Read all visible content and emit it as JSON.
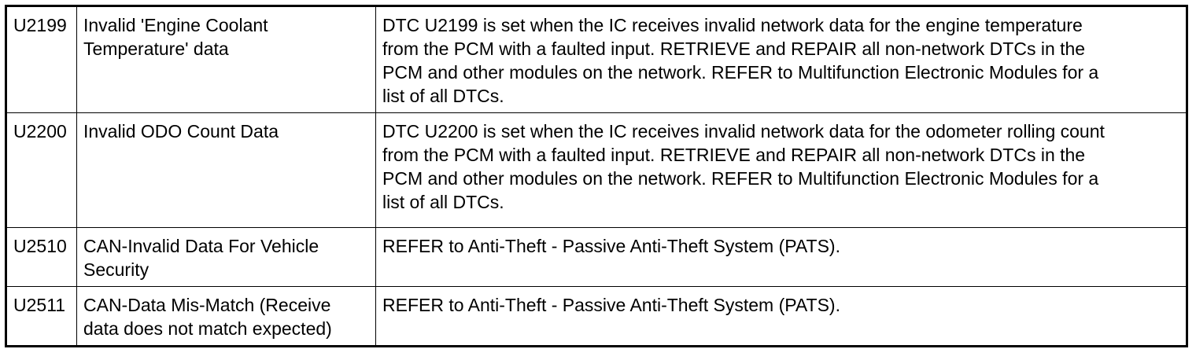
{
  "rows": [
    {
      "code": "U2199",
      "description_lines": [
        "Invalid 'Engine Coolant",
        "Temperature' data"
      ],
      "action_lines": [
        "DTC U2199 is set when the IC receives invalid network data for the engine temperature",
        "from the PCM with a faulted input. RETRIEVE and REPAIR all non-network DTCs in the",
        "PCM and other modules on the network. REFER to Multifunction Electronic Modules for a",
        "list of all DTCs."
      ]
    },
    {
      "code": "U2200",
      "description_lines": [
        "Invalid ODO Count Data"
      ],
      "action_lines": [
        "DTC U2200 is set when the IC receives invalid network data for the odometer rolling count",
        "from the PCM with a faulted input. RETRIEVE and REPAIR all non-network DTCs in the",
        "PCM and other modules on the network. REFER to Multifunction Electronic Modules for a",
        "list of all DTCs."
      ]
    },
    {
      "code": "U2510",
      "description_lines": [
        "CAN-Invalid Data For Vehicle",
        "Security"
      ],
      "action_lines": [
        "REFER to Anti-Theft - Passive Anti-Theft System (PATS)."
      ]
    },
    {
      "code": "U2511",
      "description_lines": [
        "CAN-Data Mis-Match (Receive",
        "data does not match expected)"
      ],
      "action_lines": [
        "REFER to Anti-Theft - Passive Anti-Theft System (PATS)."
      ]
    }
  ]
}
